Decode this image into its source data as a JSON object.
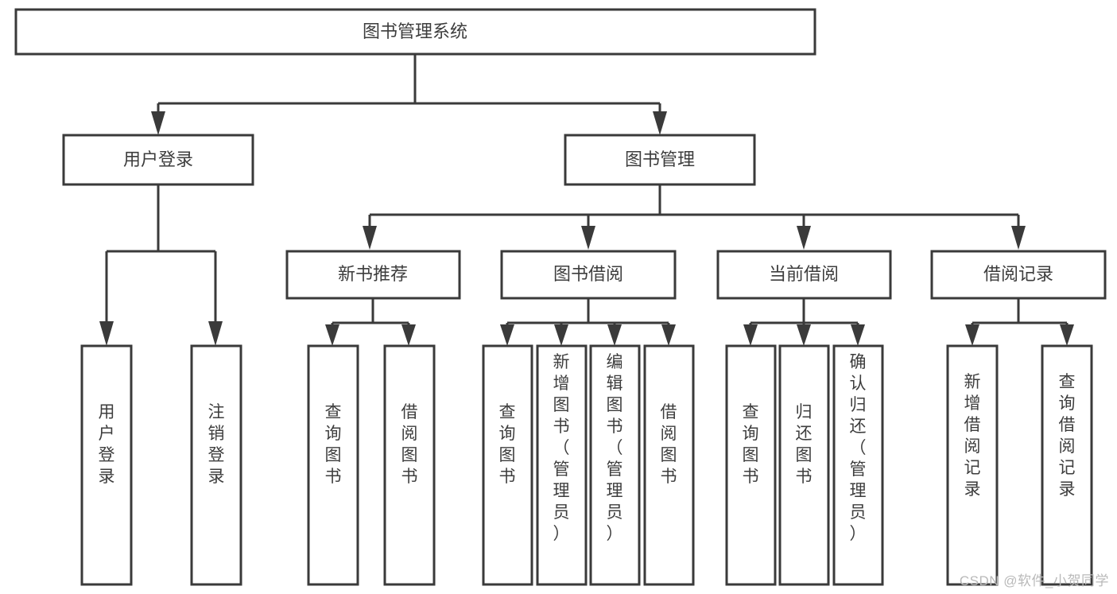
{
  "diagram": {
    "type": "tree",
    "title_node": "图书管理系统",
    "watermark": "CSDN @软件_小贺同学",
    "colors": {
      "box_stroke": "#3a3a3a",
      "box_fill": "#ffffff",
      "text": "#3d3d3d",
      "connector": "#3a3a3a",
      "watermark": "#b9b9b9",
      "background": "#ffffff"
    },
    "nodes": {
      "root": {
        "label": "图书管理系统"
      },
      "level2": [
        {
          "label": "用户登录"
        },
        {
          "label": "图书管理"
        }
      ],
      "level3": [
        {
          "label": "新书推荐"
        },
        {
          "label": "图书借阅"
        },
        {
          "label": "当前借阅"
        },
        {
          "label": "借阅记录"
        }
      ],
      "leaves_user_login": [
        {
          "label": "用户登录"
        },
        {
          "label": "注销登录"
        }
      ],
      "leaves_new_book": [
        {
          "label": "查询图书"
        },
        {
          "label": "借阅图书"
        }
      ],
      "leaves_borrow": [
        {
          "label": "查询图书"
        },
        {
          "label": "新增图书（管理员）"
        },
        {
          "label": "编辑图书（管理员）"
        },
        {
          "label": "借阅图书"
        }
      ],
      "leaves_current": [
        {
          "label": "查询图书"
        },
        {
          "label": "归还图书"
        },
        {
          "label": "确认归还（管理员）"
        }
      ],
      "leaves_records": [
        {
          "label": "新增借阅记录"
        },
        {
          "label": "查询借阅记录"
        }
      ]
    }
  }
}
